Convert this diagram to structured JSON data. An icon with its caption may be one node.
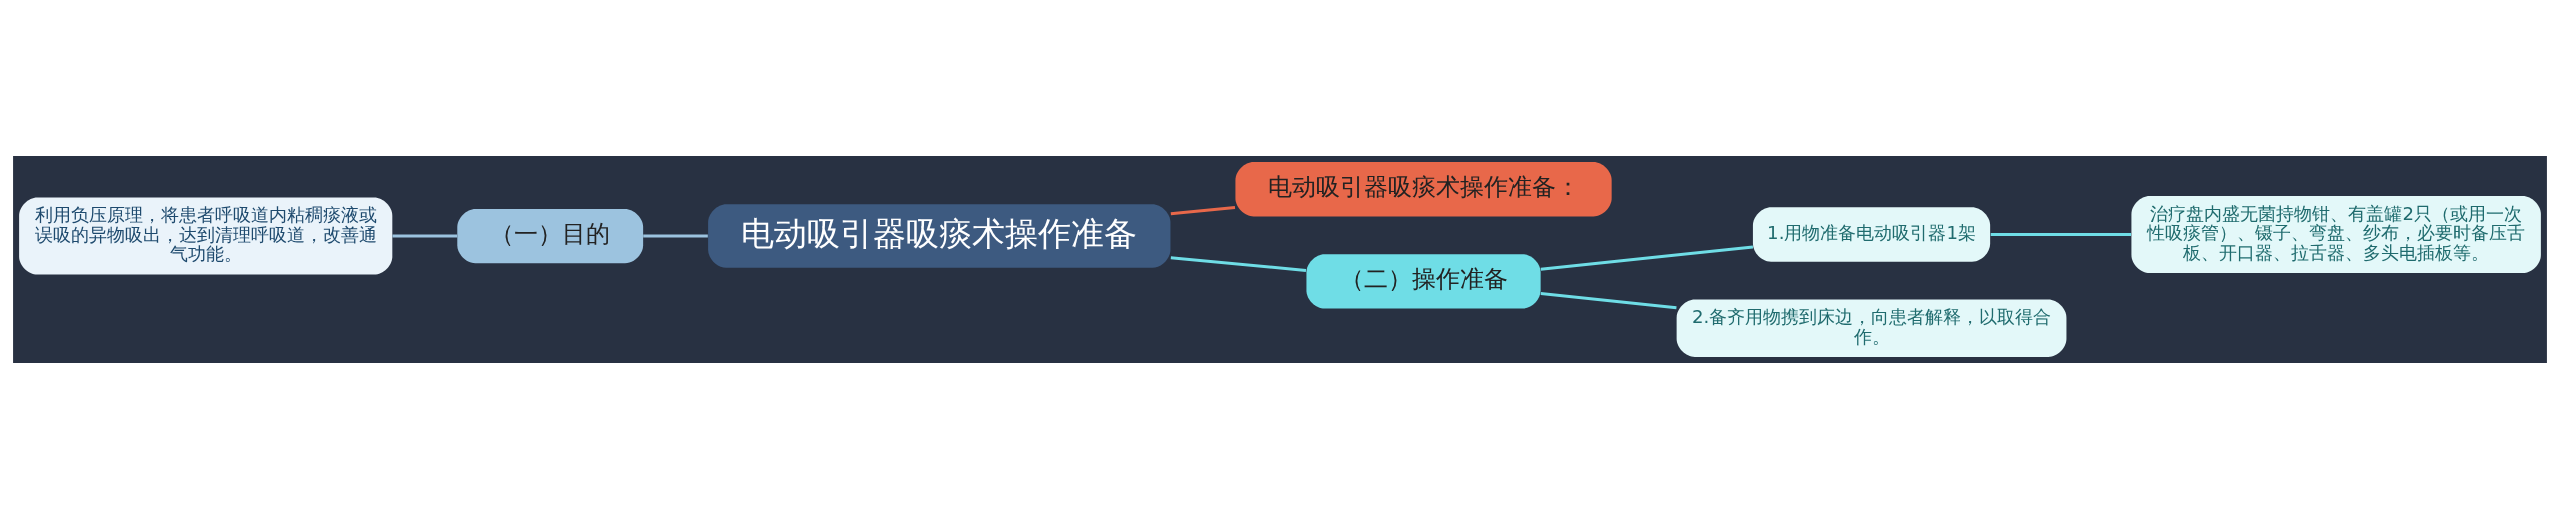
{
  "diagram": {
    "nodes": [
      {
        "text": [
          "电动吸引器吸痰术操作准备"
        ]
      },
      {
        "text": [
          "（一）目的"
        ]
      },
      {
        "text": [
          "利用负压原理，将患者呼吸道内粘稠痰液或误吸的异物吸出，达到清理呼吸道，改善通气功能。"
        ]
      },
      {
        "text": [
          "电动吸引器吸痰术操作准备："
        ]
      },
      {
        "text": [
          "（二）操作准备"
        ]
      },
      {
        "text": [
          "1.用物准备电动吸引器1架"
        ]
      },
      {
        "text": [
          "治疗盘内盛无菌持物钳、有盖罐2只（或用一次性吸痰管）、镊子、弯盘、纱布，必要时备压舌板、开口器、拉舌器、多头电插板等。"
        ]
      },
      {
        "text": [
          "2.备齐用物携到床边，向患者解释，以取得合作。"
        ]
      }
    ],
    "edges": [
      {
        "from": 0,
        "to": 3,
        "arrow": "none",
        "color": "#e8684a"
      },
      {
        "from": 0,
        "to": 1,
        "arrow": "none",
        "color": "#9cc3df"
      },
      {
        "from": 1,
        "to": 2,
        "arrow": "none",
        "color": "#9cc3df"
      },
      {
        "from": 0,
        "to": 4,
        "arrow": "none"
      },
      {
        "from": 4,
        "to": 5,
        "arrow": "none"
      },
      {
        "from": 5,
        "to": 6,
        "arrow": "none"
      },
      {
        "from": 4,
        "to": 7,
        "arrow": "none"
      }
    ]
  }
}
